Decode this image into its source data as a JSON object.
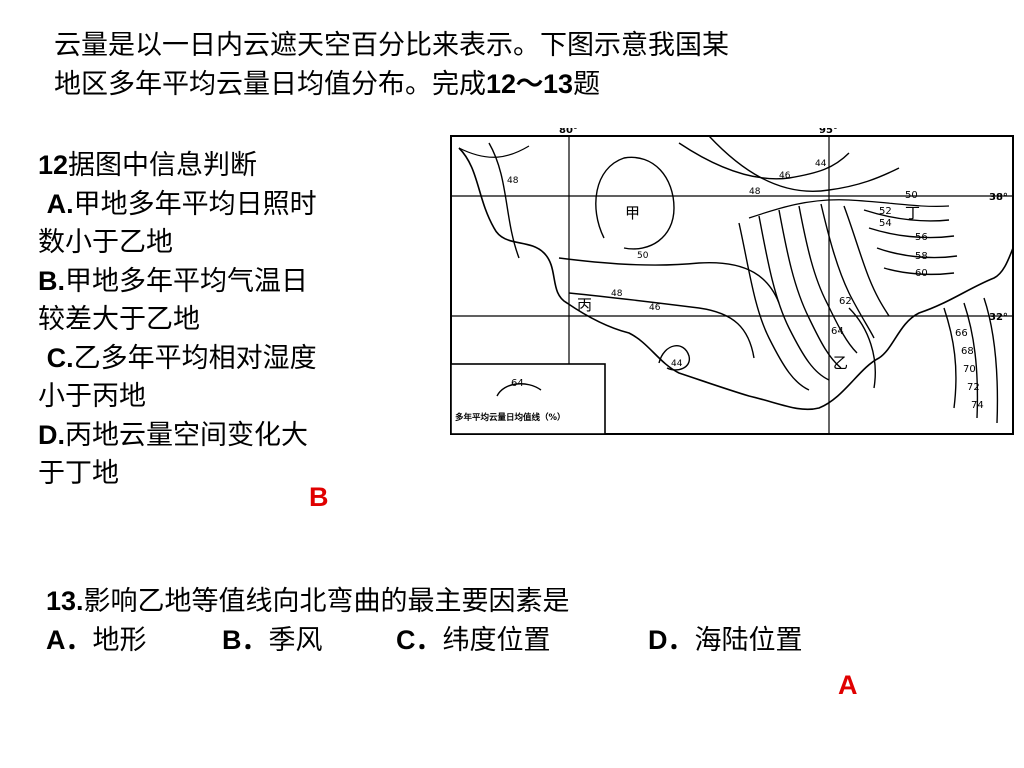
{
  "intro": {
    "line1": "云量是以一日内云遮天空百分比来表示。下图示意我国某",
    "line2_prefix": "地区多年平均云量日均值分布。完成",
    "line2_range": "12～13",
    "line2_suffix": "题"
  },
  "q12": {
    "number": "12",
    "stem": "据图中信息判断",
    "options": [
      {
        "letter": "A.",
        "line1": "甲地多年平均日照时",
        "line2": "数小于乙地"
      },
      {
        "letter": "B.",
        "line1": "甲地多年平均气温日",
        "line2": "较差大于乙地"
      },
      {
        "letter": "C.",
        "line1": "乙多年平均相对湿度",
        "line2": "小于丙地"
      },
      {
        "letter": "D.",
        "line1": "丙地云量空间变化大",
        "line2": "于丁地"
      }
    ],
    "answer": "B"
  },
  "q13": {
    "number": "13.",
    "stem": "影响乙地等值线向北弯曲的最主要因素是",
    "choices": [
      {
        "letter": "A．",
        "text": "地形"
      },
      {
        "letter": "B．",
        "text": "季风"
      },
      {
        "letter": "C．",
        "text": "纬度位置"
      },
      {
        "letter": "D．",
        "text": "海陆位置"
      }
    ],
    "answer": "A"
  },
  "map": {
    "lon_labels": [
      "80°",
      "95°"
    ],
    "lat_labels": [
      "38°",
      "32°"
    ],
    "place_labels": {
      "jia": "甲",
      "yi": "乙",
      "bing": "丙",
      "ding": "丁"
    },
    "contour_labels": [
      "48",
      "44",
      "46",
      "48",
      "50",
      "52",
      "54",
      "56",
      "58",
      "60",
      "50",
      "48",
      "46",
      "44",
      "62",
      "64",
      "66",
      "68",
      "70",
      "72",
      "74"
    ],
    "legend_sample": "64",
    "legend_text": "多年平均云量日均值线（%）"
  }
}
